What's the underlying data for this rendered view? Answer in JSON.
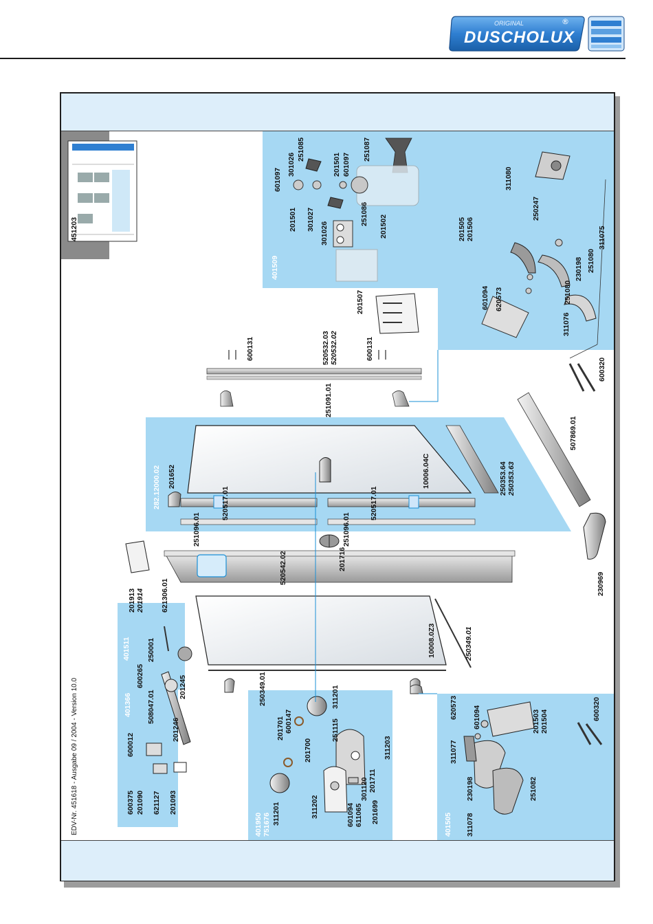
{
  "brand": {
    "logo_small": "ORIGINAL",
    "logo_main": "DUSCHOLUX",
    "registered": "®"
  },
  "document": {
    "edv_line": "EDV-Nr. 451618 - Ausgabe 09 / 2004 - Version 10.0",
    "overview_ref": "451203"
  },
  "set_codes": {
    "hinge_set": "401509",
    "glass_set": "282.12000.02",
    "rod_set_a": "401511",
    "rod_set_b": "401366",
    "knob_set_a": "401950",
    "knob_set_b": "751676",
    "wall_set": "401505"
  },
  "parts": {
    "p601097a": "601097",
    "p301026a": "301026",
    "p251085": "251085",
    "p201501a": "201501",
    "p601097b": "601097",
    "p251087": "251087",
    "p201501b": "201501",
    "p301027": "301027",
    "p301026b": "301026",
    "p251086": "251086",
    "p201502": "201502",
    "p311080": "311080",
    "p250247": "250247",
    "p311075": "311075",
    "p201505": "201505",
    "p201506": "201506",
    "p230198a": "230198",
    "p251080a": "251080",
    "p601094a": "601094",
    "p620573a": "620573",
    "p311076": "311076",
    "p251080b": "251080",
    "p201507": "201507",
    "p600131a": "600131",
    "p600131b": "600131",
    "p520532_03": "520532.03",
    "p520532_02": "520532.02",
    "p251091": "251091.01",
    "p600320a": "600320",
    "p507869": "507869.01",
    "p201652": "201652",
    "p10006": "10006.04C",
    "p250353_64": "250353.64",
    "p250353_63": "250353.63",
    "p520517a": "520517.01",
    "p520517b": "520517.01",
    "p251096a": "251096.01",
    "p251096b": "251096.01",
    "p201716": "201716",
    "p230969": "230969",
    "p201913": "201913",
    "p201914": "201914",
    "p621306": "621306.01",
    "p520542": "520542.02",
    "p10008": "10008.0Z3",
    "p250349a": "250349.01",
    "p250349b": "250349.01",
    "p250001": "250001",
    "p600265": "600265",
    "p201245": "201245",
    "p508047": "508047.01",
    "p201246": "201246",
    "p600012": "600012",
    "p600375": "600375",
    "p201090": "201090",
    "p621127": "621127",
    "p201093": "201093",
    "p201701": "201701",
    "p600147": "600147",
    "p201700": "201700",
    "p251115": "251115",
    "p311201a": "311201",
    "p311203": "311203",
    "p201711": "201711",
    "p301120": "301120",
    "p201699": "201699",
    "p311201b": "311201",
    "p311202": "311202",
    "p601094b": "601094",
    "p611065": "611065",
    "p620573b": "620573",
    "p601094c": "601094",
    "p201503": "201503",
    "p201504": "201504",
    "p600320b": "600320",
    "p311077": "311077",
    "p230198b": "230198",
    "p251082": "251082",
    "p311078": "311078"
  },
  "colors": {
    "set_blue": "#a6d8f3",
    "header_blue": "#ddeefa",
    "logo_blue": "#2f7fd1",
    "set_code_blue": "#1a8fd6"
  }
}
